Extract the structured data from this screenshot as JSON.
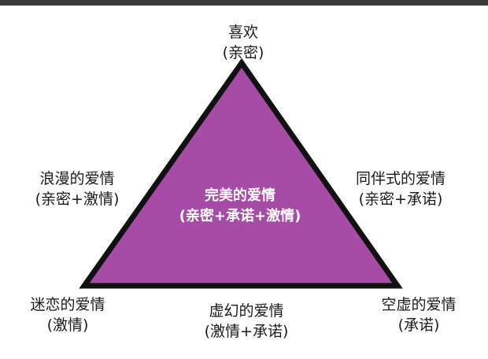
{
  "diagram": {
    "fill_color": "#a64ca6",
    "stroke_color": "#111111",
    "center": {
      "line1": "完美的爱情",
      "line2": "(亲密+承诺+激情)"
    },
    "top": {
      "line1": "喜欢",
      "line2": "(亲密)"
    },
    "left_edge": {
      "line1": "浪漫的爱情",
      "line2": "(亲密+激情)"
    },
    "right_edge": {
      "line1": "同伴式的爱情",
      "line2": "(亲密+承诺)"
    },
    "bottom_left": {
      "line1": "迷恋的爱情",
      "line2": "(激情)"
    },
    "bottom_edge": {
      "line1": "虚幻的爱情",
      "line2": "(激情+承诺)"
    },
    "bottom_right": {
      "line1": "空虚的爱情",
      "line2": "(承诺)"
    }
  }
}
